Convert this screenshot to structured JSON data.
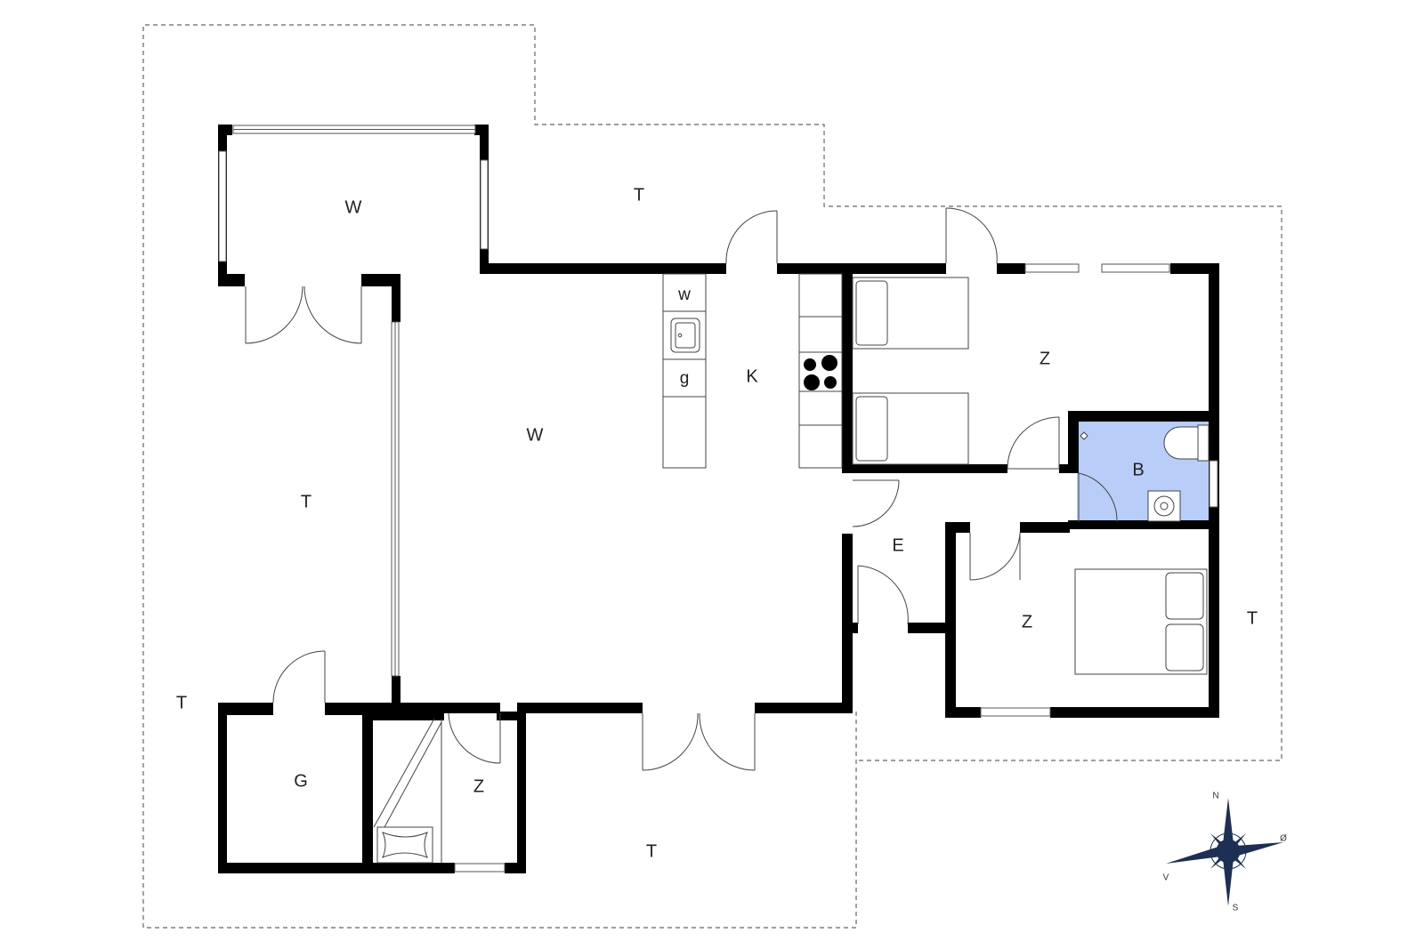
{
  "rooms": [
    {
      "id": "w-top",
      "label": "W"
    },
    {
      "id": "t-top",
      "label": "T"
    },
    {
      "id": "w-main",
      "label": "W"
    },
    {
      "id": "w-kitchen",
      "label": "w"
    },
    {
      "id": "g-kitchen",
      "label": "g"
    },
    {
      "id": "k-kitchen",
      "label": "K"
    },
    {
      "id": "z-top-right",
      "label": "Z"
    },
    {
      "id": "b-bath",
      "label": "B"
    },
    {
      "id": "e-entry",
      "label": "E"
    },
    {
      "id": "z-right",
      "label": "Z"
    },
    {
      "id": "t-right",
      "label": "T"
    },
    {
      "id": "t-left",
      "label": "T"
    },
    {
      "id": "t-outer-left",
      "label": "T"
    },
    {
      "id": "g-bottom",
      "label": "G"
    },
    {
      "id": "z-bottom",
      "label": "Z"
    },
    {
      "id": "t-bottom",
      "label": "T"
    }
  ],
  "compass": {
    "n": "N",
    "s": "S",
    "e": "Ø",
    "w": "V"
  },
  "colors": {
    "bath": "#b9cdf9",
    "wall": "#000000",
    "compass": "#1d2f54"
  }
}
